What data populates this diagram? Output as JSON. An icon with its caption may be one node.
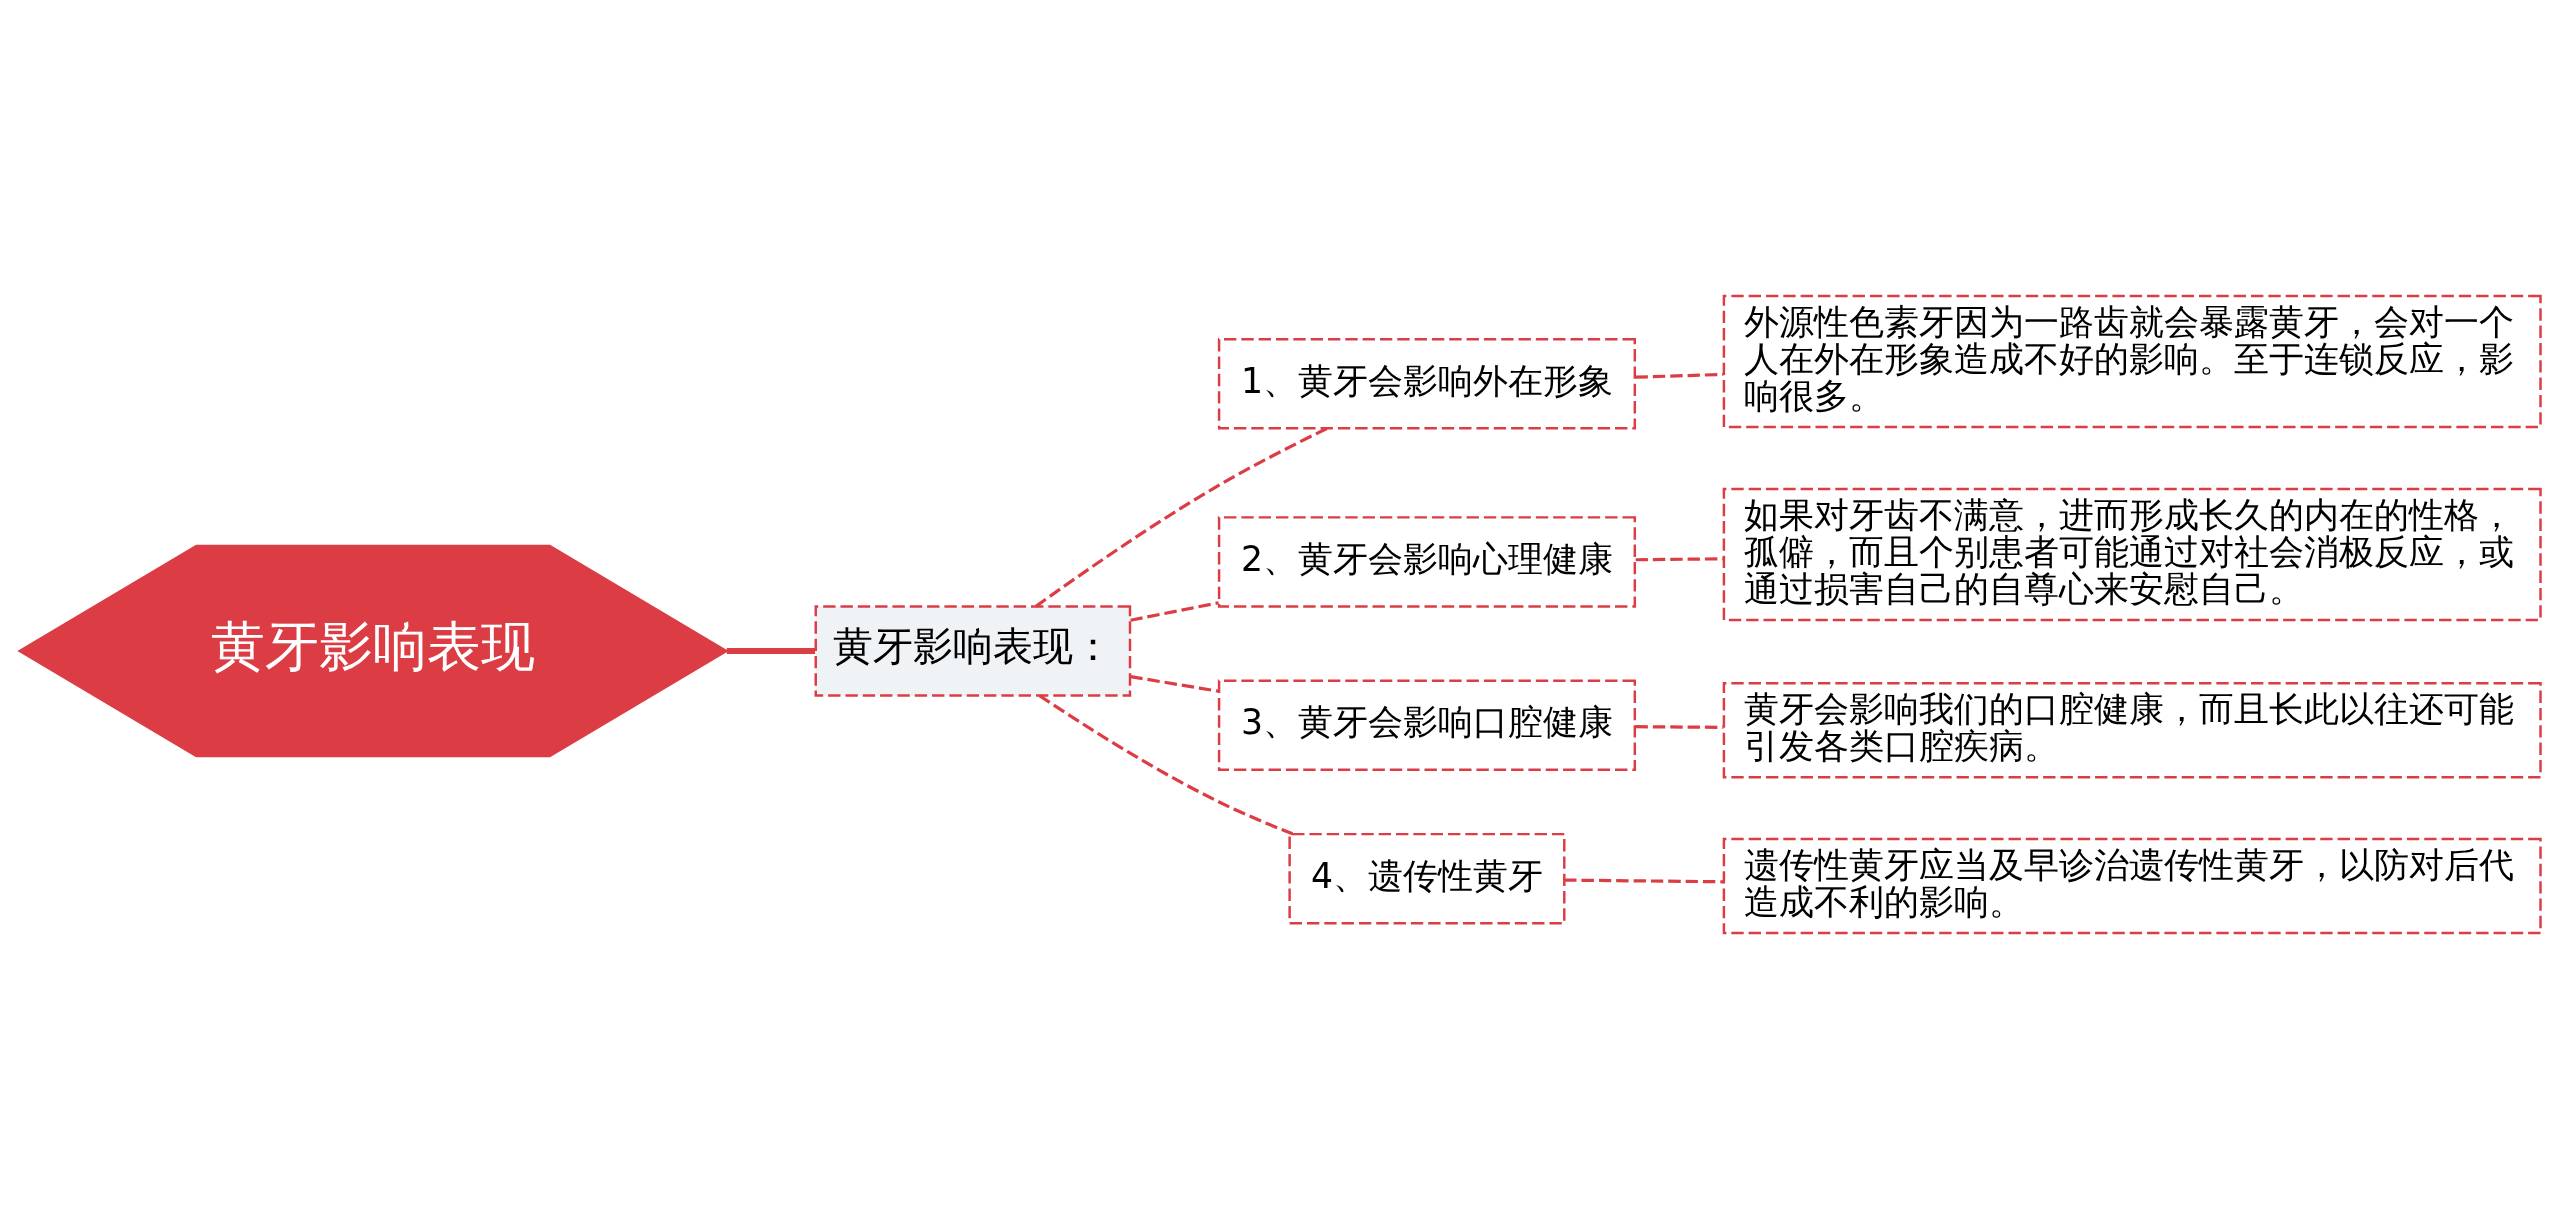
{
  "diagram": {
    "nodes": [
      {
        "text": [
          "黄牙影响表现"
        ]
      },
      {
        "text": [
          "黄牙影响表现："
        ]
      },
      {
        "text": [
          "1、黄牙会影响外在形象"
        ]
      },
      {
        "text": [
          "2、黄牙会影响心理健康"
        ]
      },
      {
        "text": [
          "3、黄牙会影响口腔健康"
        ]
      },
      {
        "text": [
          "4、遗传性黄牙"
        ]
      },
      {
        "text": [
          "外源性色素牙因为一路齿就会暴露黄牙，会对一个人在外在形象造成不好的影响。至于连锁反应，影响很多。"
        ]
      },
      {
        "text": [
          "如果对牙齿不满意，进而形成长久的内在的性格，孤僻，而且个别患者可能通过对社会消极反应，或通过损害自己的自尊心来安慰自己。"
        ]
      },
      {
        "text": [
          "黄牙会影响我们的口腔健康，而且长此以往还可能引发各类口腔疾病。"
        ]
      },
      {
        "text": [
          "遗传性黄牙应当及早诊治遗传性黄牙，以防对后代造成不利的影响。"
        ]
      }
    ],
    "edges": [
      {
        "from": 0,
        "to": 1,
        "arrow": "none"
      },
      {
        "from": 1,
        "to": 2,
        "arrow": "none",
        "style": "dashed"
      },
      {
        "from": 1,
        "to": 3,
        "arrow": "none",
        "style": "dashed"
      },
      {
        "from": 1,
        "to": 4,
        "arrow": "none",
        "style": "dashed"
      },
      {
        "from": 1,
        "to": 5,
        "arrow": "none",
        "style": "dashed"
      },
      {
        "from": 2,
        "to": 6,
        "arrow": "none",
        "style": "dashed"
      },
      {
        "from": 3,
        "to": 7,
        "arrow": "none",
        "style": "dashed"
      },
      {
        "from": 4,
        "to": 8,
        "arrow": "none",
        "style": "dashed"
      },
      {
        "from": 5,
        "to": 9,
        "arrow": "none",
        "style": "dashed"
      }
    ]
  }
}
